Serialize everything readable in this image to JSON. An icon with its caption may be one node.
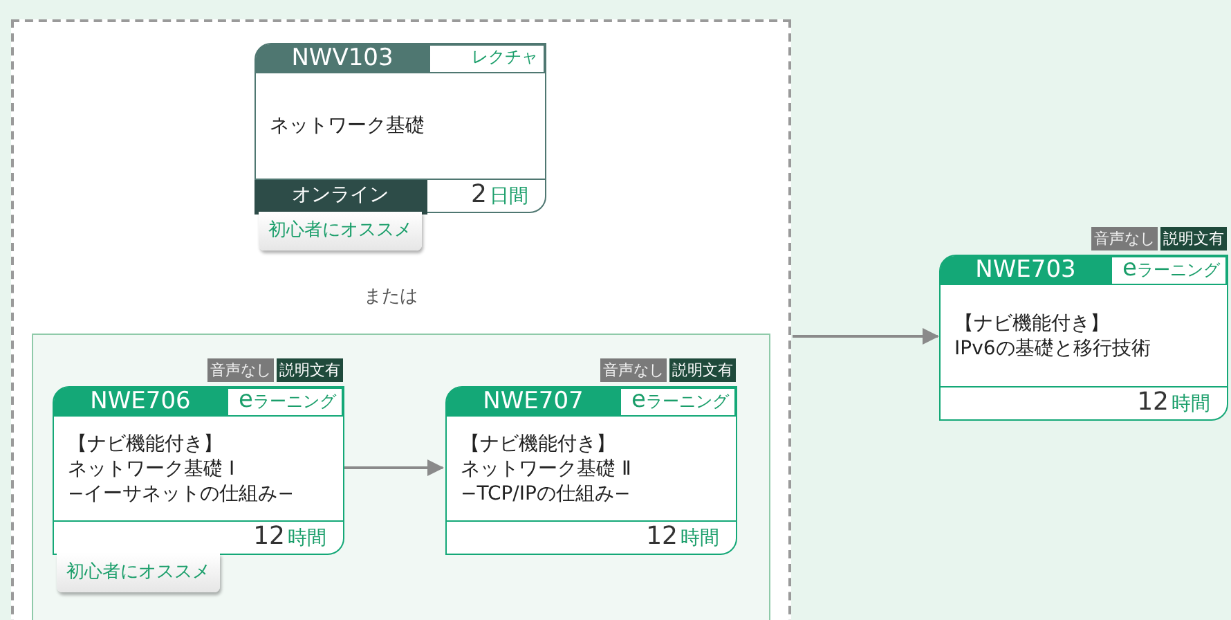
{
  "diagram": {
    "nodes": [
      {
        "text": [
          "または"
        ]
      },
      {
        "in": 0,
        "text": [
          "NWV103",
          "レクチャ",
          "ネットワーク基礎",
          "オンライン",
          "2",
          "日間"
        ],
        "beside": [
          "初心者にオススメ"
        ]
      },
      {
        "in": 0,
        "text": [],
        "shape": "box"
      },
      {
        "in": 2,
        "text": [
          "NWE706",
          "eラーニング",
          "【ナビ機能付き】",
          "ネットワーク基礎 Ⅰ",
          "−イーサネットの仕組み−",
          "12",
          "時間"
        ],
        "beside": [
          "音声なし",
          "説明文有",
          "初心者にオススメ"
        ]
      },
      {
        "in": 2,
        "text": [
          "NWE707",
          "eラーニング",
          "【ナビ機能付き】",
          "ネットワーク基礎 Ⅱ",
          "−TCP/IPの仕組み−",
          "12",
          "時間"
        ],
        "beside": [
          "音声なし",
          "説明文有"
        ]
      },
      {
        "text": [
          "NWE703",
          "eラーニング",
          "【ナビ機能付き】",
          "IPv6の基礎と移行技術",
          "12",
          "時間"
        ],
        "beside": [
          "音声なし",
          "説明文有"
        ]
      }
    ],
    "edges": [
      {
        "from": 3,
        "to": 4,
        "arrow": "to"
      },
      {
        "from": 0,
        "to": 5,
        "arrow": "to"
      }
    ]
  }
}
